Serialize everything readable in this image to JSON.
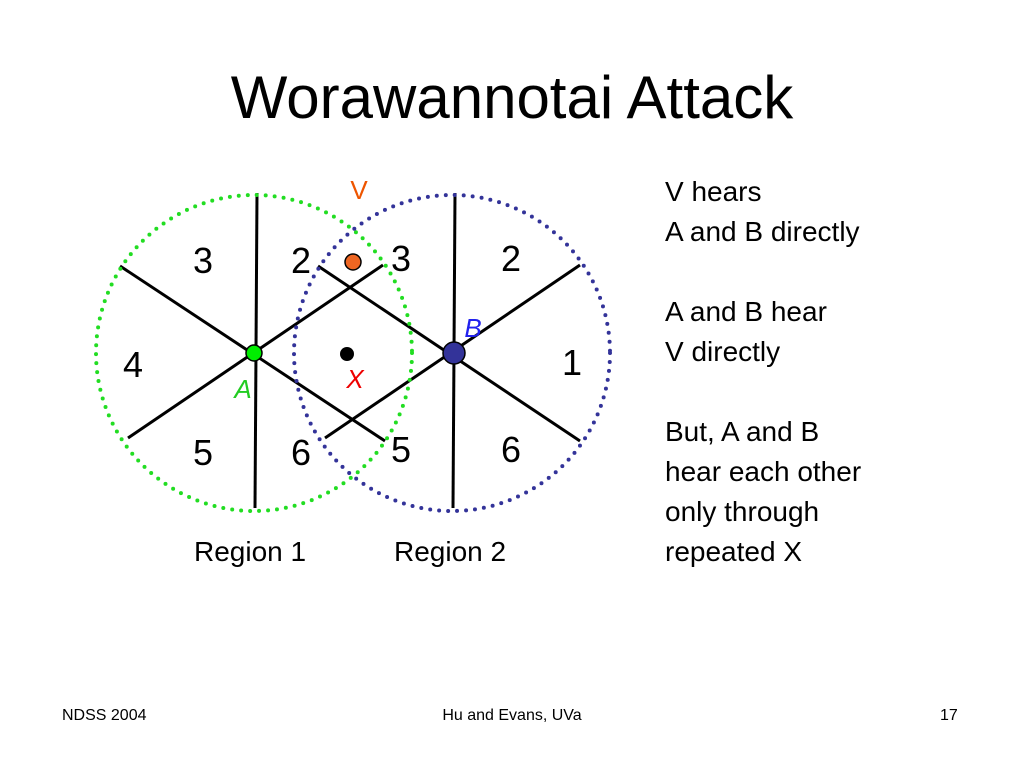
{
  "title": "Worawannotai Attack",
  "diagram": {
    "node_v_label": "V",
    "node_b_label": "B",
    "node_a_label": "A",
    "node_x_label": "X",
    "colors": {
      "region1_circle": "#22dd22",
      "region2_circle": "#333399",
      "node_a": "#00ee00",
      "node_b": "#333399",
      "node_v": "#ee6622",
      "node_x": "#000000",
      "label_v": "#ee5500",
      "label_a": "#22cc22",
      "label_b": "#2222ee",
      "label_x": "#ee0000"
    },
    "sector_numbers_region1": [
      "3",
      "2",
      "4",
      "5",
      "6"
    ],
    "sector_numbers_region2": [
      "3",
      "2",
      "1",
      "5",
      "6"
    ],
    "region1_label": "Region 1",
    "region2_label": "Region 2"
  },
  "explanation": [
    [
      "V hears",
      "A and B directly"
    ],
    [
      "A and B hear",
      "V directly"
    ],
    [
      "But, A and B",
      "hear each other",
      "only through",
      "repeated X"
    ]
  ],
  "footer": {
    "left": "NDSS 2004",
    "center": "Hu and Evans, UVa",
    "page_number": "17"
  }
}
